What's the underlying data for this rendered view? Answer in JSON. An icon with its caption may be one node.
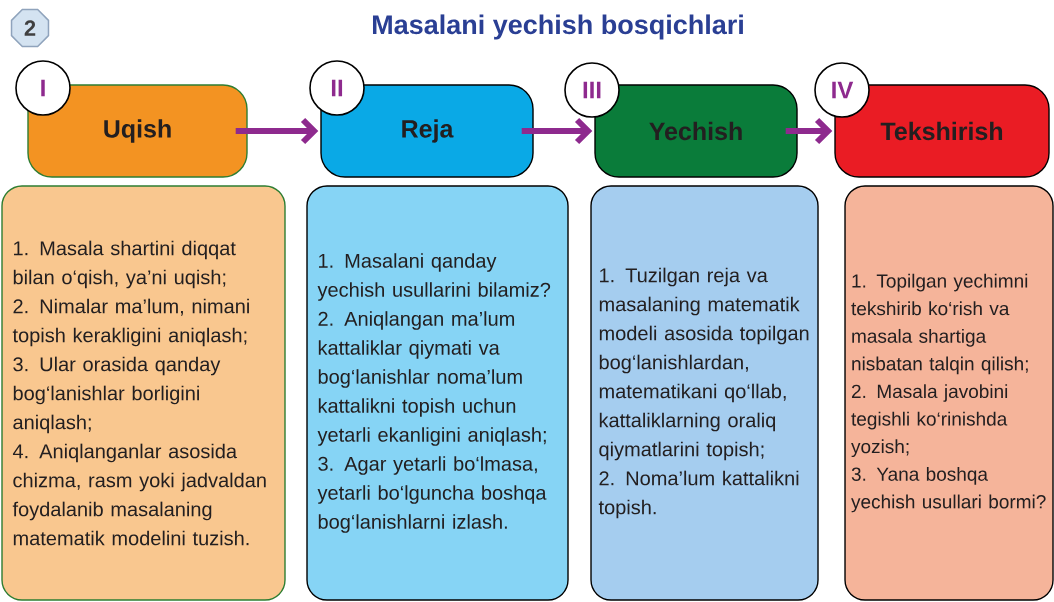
{
  "diagram": {
    "title": "Masalani yechish bosqichlari",
    "nodes": [
      {
        "text": [
          "2"
        ]
      },
      {
        "text": [
          "I"
        ]
      },
      {
        "text": [
          "Uqish"
        ]
      },
      {
        "text": [
          "II"
        ]
      },
      {
        "text": [
          "Reja"
        ]
      },
      {
        "text": [
          "III"
        ]
      },
      {
        "text": [
          "Yechish"
        ]
      },
      {
        "text": [
          "IV"
        ]
      },
      {
        "text": [
          "Tekshirish"
        ]
      },
      {
        "text": [
          "1. Masala shartini diqqat bilan o‘qish, ya’ni uqish;",
          "2. Nimalar ma’lum, nimani topish kerakligini aniqlash;",
          "3. Ular orasida qanday bog‘lanishlar borligini aniqlash;",
          "4. Aniqlanganlar asosida chizma, rasm yoki jadvaldan foydalanib masalaning matematik modelini tuzish."
        ]
      },
      {
        "text": [
          "1. Masalani qanday yechish usullarini bilamiz?",
          "2. Aniqlangan ma’lum kattaliklar qiymati va bog‘lanishlar noma’lum kattalikni topish uchun yetarli ekanligini aniqlash;",
          "3. Agar yetarli bo‘lmasa, yetarli bo‘lguncha boshqa bog‘lanishlarni izlash."
        ]
      },
      {
        "text": [
          "1. Tuzilgan reja va masalaning matematik modeli asosida topilgan bog‘lanishlardan, matematikani qo‘llab, kattaliklarning oraliq qiymatlarini topish;",
          "2. Noma’lum kattalikni topish."
        ]
      },
      {
        "text": [
          "1. Topilgan yechimni tekshirib ko‘rish va masala shartiga nisbatan talqin qilish;",
          "2. Masala javobini tegishli ko‘rinishda yozish;",
          "3. Yana boshqa yechish usullari bormi?"
        ]
      }
    ],
    "edges": [
      {
        "from": 2,
        "to": 4,
        "arrow": "to"
      },
      {
        "from": 4,
        "to": 6,
        "arrow": "to"
      },
      {
        "from": 6,
        "to": 8,
        "arrow": "to"
      }
    ]
  }
}
